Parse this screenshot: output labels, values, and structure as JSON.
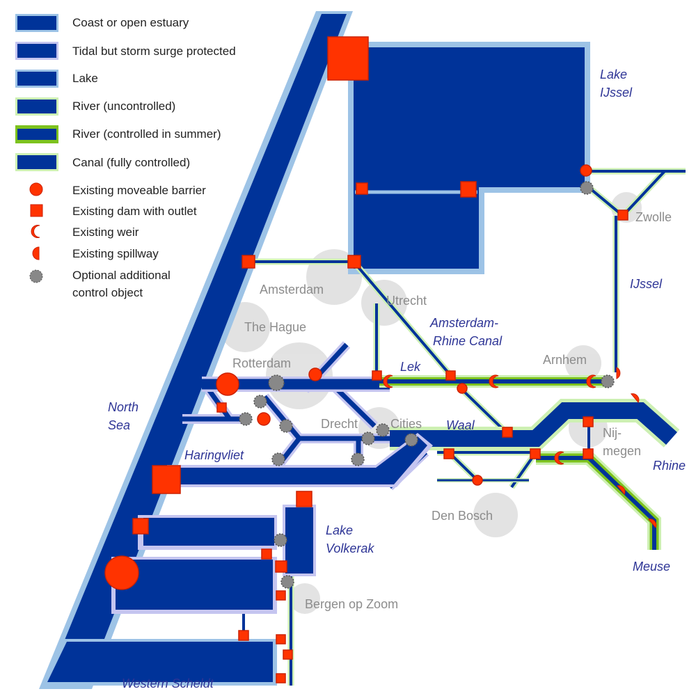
{
  "legend": {
    "coast": "Coast or open estuary",
    "tidal": "Tidal but storm surge protected",
    "lake": "Lake",
    "river_unc": "River (uncontrolled)",
    "river_ctrl": "River (controlled in summer)",
    "canal": "Canal (fully controlled)",
    "barrier": "Existing moveable barrier",
    "dam": "Existing dam with outlet",
    "weir": "Existing weir",
    "spillway": "Existing spillway",
    "optional_1": "Optional additional",
    "optional_2": "control object"
  },
  "cities": {
    "zwolle": "Zwolle",
    "amsterdam": "Amsterdam",
    "utrecht": "Utrecht",
    "the_hague": "The Hague",
    "rotterdam": "Rotterdam",
    "arnhem": "Arnhem",
    "drecht": "Drecht",
    "cities": "Cities",
    "nij1": "Nij-",
    "nij2": "megen",
    "den_bosch": "Den Bosch",
    "bergen": "Bergen op Zoom"
  },
  "waters": {
    "lake_ijssel_1": "Lake",
    "lake_ijssel_2": "IJssel",
    "ijssel": "IJssel",
    "arc_1": "Amsterdam-",
    "arc_2": "Rhine Canal",
    "lek": "Lek",
    "north_1": "North",
    "north_2": "Sea",
    "waal": "Waal",
    "haringvliet": "Haringvliet",
    "rhine": "Rhine",
    "volkerak_1": "Lake",
    "volkerak_2": "Volkerak",
    "meuse": "Meuse",
    "scheldt": "Western Scheldt"
  },
  "colors": {
    "water": "#003399",
    "coast_border": "#9dc3e6",
    "tidal_border": "#c5c5f0",
    "river_border": "#cdf0b3",
    "river_green": "#7dc21e",
    "object_red": "#ff3300",
    "optional_grey": "#888888",
    "city_circle": "#d9d9d9",
    "label_blue": "#2e3596",
    "city_text": "#8c8c8c"
  }
}
